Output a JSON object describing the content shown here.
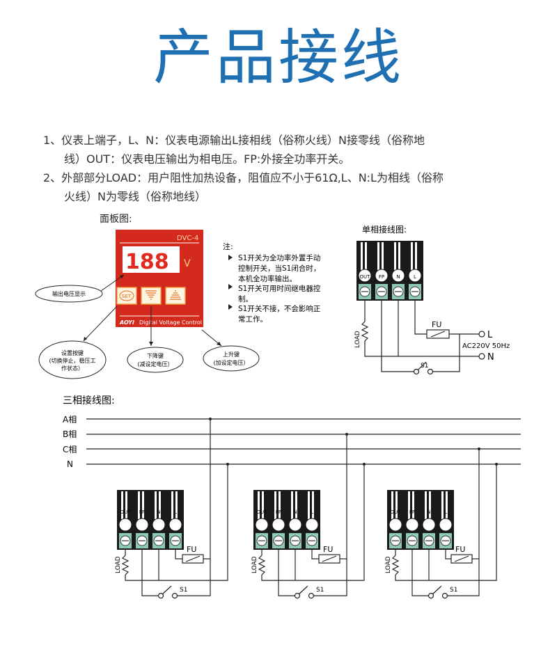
{
  "title": "产品接线",
  "desc": {
    "p1_a": "1、仪表上端子，L、N：仪表电源输出L接相线（俗称火线）N接零线（俗称地",
    "p1_b": "线）OUT：仪表电压输出为相电压。FP:外接全功率开关。",
    "p2_a": "2、外部部分LOAD：用户阻性加热设备，阻值应不小于61Ω,L、N:L为相线（俗称",
    "p2_b": "火线）N为零线（俗称地线）"
  },
  "panel": {
    "caption": "面板图:",
    "model": "DVC-4",
    "display": "188",
    "unit": "V",
    "set_label": "SET",
    "brand": "AOYI",
    "brand_line": "Digital Voltage Control",
    "callout_display": "输出电压显示",
    "callout_set_1": "设置按键",
    "callout_set_2": "(切换停止，稳压工",
    "callout_set_3": "作状态）",
    "callout_down_1": "下降键",
    "callout_down_2": "(减设定电压）",
    "callout_up_1": "上升键",
    "callout_up_2": "(加设定电压）"
  },
  "notes": {
    "heading": "注:",
    "n1_a": "S1开关为全功率外置手动",
    "n1_b": "控制开关，当S1闭合时，",
    "n1_c": "本机全功率输出。",
    "n2_a": "S1开关可用时间继电器控",
    "n2_b": "制。",
    "n3_a": "S1开关不接，不会影响正",
    "n3_b": "常工作。"
  },
  "single": {
    "caption": "单相接线图:",
    "t_out": "OUT",
    "t_fp": "FP",
    "t_n": "N",
    "t_l": "L",
    "fu": "FU",
    "load": "LOAD",
    "l": "L",
    "n": "N",
    "supply": "AC220V 50Hz",
    "s1": "S1"
  },
  "three": {
    "caption": "三相接线图:",
    "phase_a": "A相",
    "phase_b": "B相",
    "phase_c": "C相",
    "neutral": "N",
    "t_out": "OUT",
    "t_fp": "FP",
    "t_n": "N",
    "t_l": "L",
    "fu": "FU",
    "load": "LOAD",
    "s1": "S1"
  },
  "colors": {
    "title_blue": "#1f6fb3",
    "panel_red": "#d42a1e",
    "display_red": "#e02a1f",
    "terminal_green": "#8ec9b8"
  }
}
